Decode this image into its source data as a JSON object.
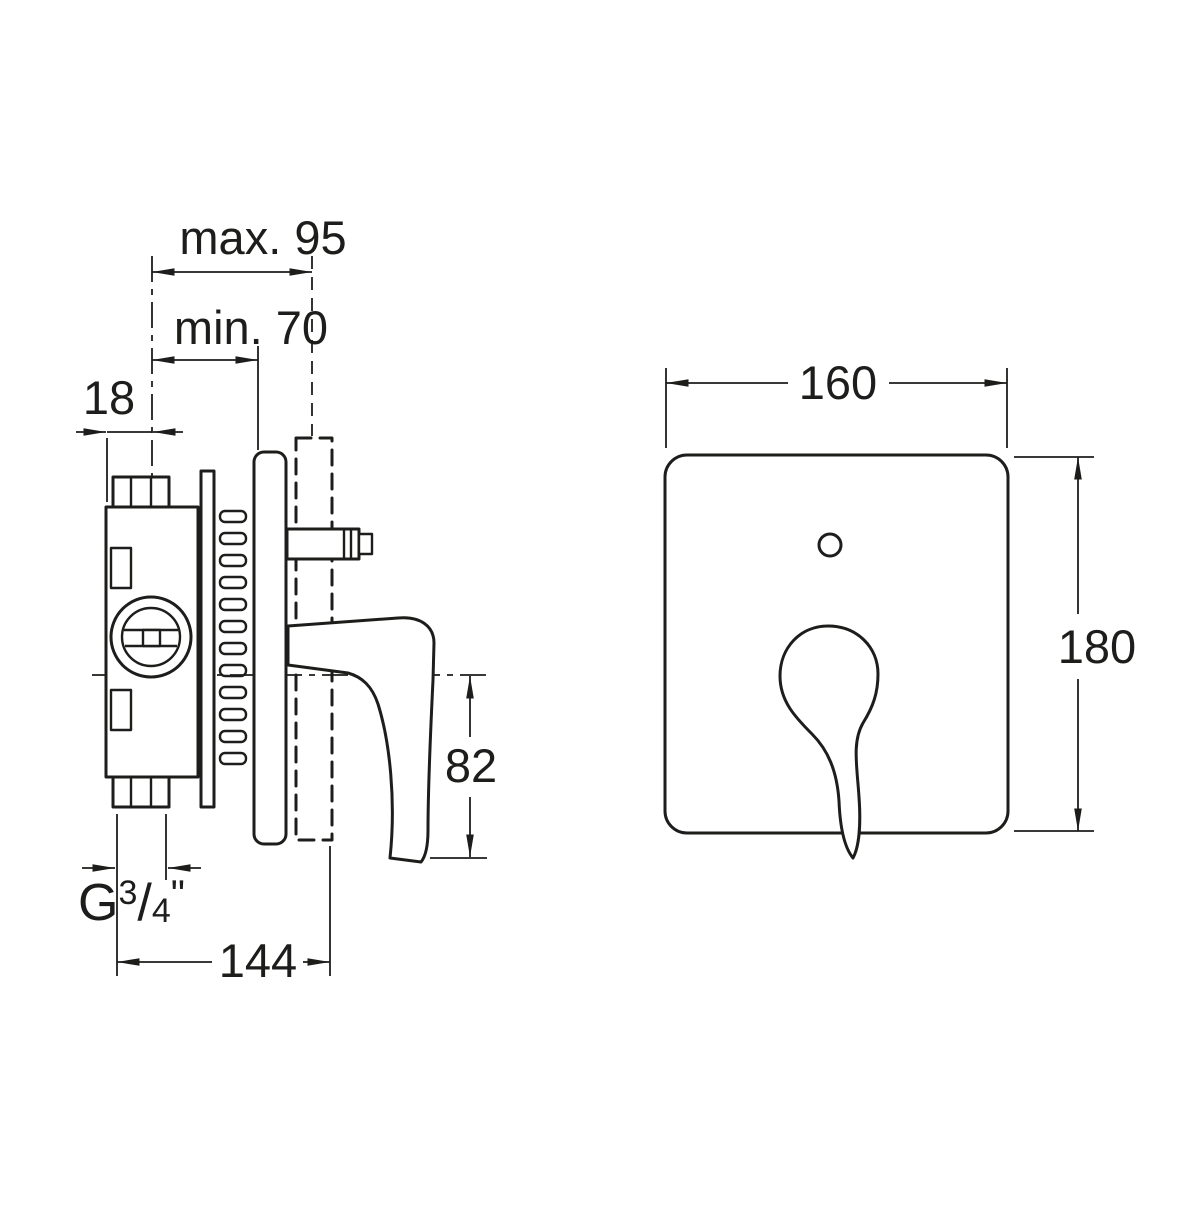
{
  "side_view": {
    "dims": {
      "max_depth": "max. 95",
      "min_depth": "min. 70",
      "offset_18": "18",
      "drop_82": "82",
      "total_144": "144"
    },
    "thread": {
      "prefix": "G",
      "numerator": "3",
      "slash": "/",
      "denominator": "4",
      "inches_mark": "\""
    }
  },
  "front_view": {
    "dims": {
      "width_160": "160",
      "height_180": "180"
    }
  },
  "colors": {
    "line": "#1d1d1b",
    "background": "#ffffff"
  }
}
